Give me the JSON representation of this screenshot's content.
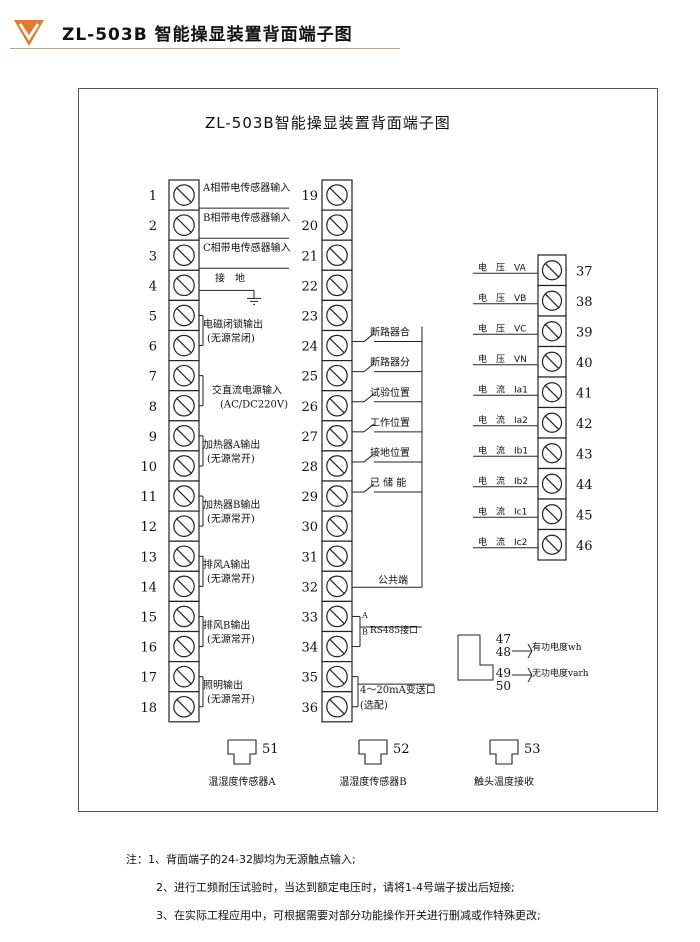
{
  "header": {
    "title": "ZL-503B 智能操显装置背面端子图"
  },
  "diagram": {
    "title": "ZL-503B智能操显装置背面端子图",
    "left_block": {
      "numbers": [
        "1",
        "2",
        "3",
        "4",
        "5",
        "6",
        "7",
        "8",
        "9",
        "10",
        "11",
        "12",
        "13",
        "14",
        "15",
        "16",
        "17",
        "18"
      ],
      "labels": [
        {
          "row": 0,
          "text": "A相带电传感器输入"
        },
        {
          "row": 1,
          "text": "B相带电传感器输入"
        },
        {
          "row": 2,
          "text": "C相带电传感器输入"
        },
        {
          "row": 3,
          "text": "接　地"
        },
        {
          "row": 4,
          "text": "电磁闭锁输出"
        },
        {
          "row": 4,
          "text": "(无源常闭)"
        },
        {
          "row": 6,
          "text": "交直流电源输入"
        },
        {
          "row": 6,
          "text": "(AC/DC220V)"
        },
        {
          "row": 8,
          "text": "加热器A输出"
        },
        {
          "row": 8,
          "text": "(无源常开)"
        },
        {
          "row": 10,
          "text": "加热器B输出"
        },
        {
          "row": 10,
          "text": "(无源常开)"
        },
        {
          "row": 12,
          "text": "排风A输出"
        },
        {
          "row": 12,
          "text": "(无源常开)"
        },
        {
          "row": 14,
          "text": "排风B输出"
        },
        {
          "row": 14,
          "text": "(无源常开)"
        },
        {
          "row": 16,
          "text": "照明输出"
        },
        {
          "row": 16,
          "text": "(无源常开)"
        }
      ]
    },
    "mid_block": {
      "numbers": [
        "19",
        "20",
        "21",
        "22",
        "23",
        "24",
        "25",
        "26",
        "27",
        "28",
        "29",
        "30",
        "31",
        "32",
        "33",
        "34",
        "35",
        "36"
      ],
      "switch_labels": [
        "断路器合",
        "断路器分",
        "试验位置",
        "工作位置",
        "接地位置",
        "已 储 能"
      ],
      "common_label": "公共端",
      "rs485_a": "A",
      "rs485_b": "B",
      "rs485_label": "RS485接口",
      "analog_label": "4～20mA变送口",
      "analog_sub": "(选配)"
    },
    "right_block": {
      "numbers": [
        "37",
        "38",
        "39",
        "40",
        "41",
        "42",
        "43",
        "44",
        "45",
        "46"
      ],
      "prefixes": [
        "电　压",
        "电　压",
        "电　压",
        "电　压",
        "电　流",
        "电　流",
        "电　流",
        "电　流",
        "电　流",
        "电　流"
      ],
      "codes": [
        "VA",
        "VB",
        "VC",
        "VN",
        "Ia1",
        "Ia2",
        "Ib1",
        "Ib2",
        "Ic1",
        "Ic2"
      ]
    },
    "pulse": {
      "numbers": [
        "47",
        "48",
        "49",
        "50"
      ],
      "wh_label": "有功电度wh",
      "varh_label": "无功电度varh"
    },
    "sensors": [
      {
        "num": "51",
        "label": "温湿度传感器A"
      },
      {
        "num": "52",
        "label": "温湿度传感器B"
      },
      {
        "num": "53",
        "label": "触头温度接收"
      }
    ]
  },
  "notes": [
    "注：1、背面端子的24-32脚均为无源触点输入;",
    "2、进行工频耐压试验时，当达到额定电压时，请将1-4号端子拔出后短接;",
    "3、在实际工程应用中，可根据需要对部分功能操作开关进行删减或作特殊更改;"
  ],
  "colors": {
    "logo": "#e8782a",
    "rule": "#c9a27a"
  }
}
